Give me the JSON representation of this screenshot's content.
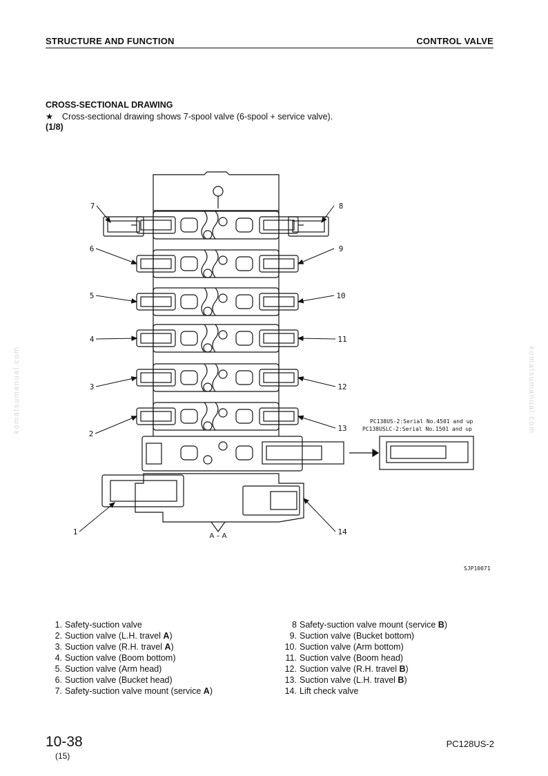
{
  "header": {
    "left": "STRUCTURE AND FUNCTION",
    "right": "CONTROL VALVE"
  },
  "section": {
    "title": "CROSS-SECTIONAL DRAWING",
    "note_icon": "star-icon",
    "note_symbol": "★",
    "note": "Cross-sectional drawing shows 7-spool valve (6-spool + service valve).",
    "part": "(1/8)"
  },
  "drawing": {
    "callouts_left": [
      "7",
      "6",
      "5",
      "4",
      "3",
      "2",
      "1"
    ],
    "callouts_right": [
      "8",
      "9",
      "10",
      "11",
      "12",
      "13",
      "14"
    ],
    "section_label": "A – A",
    "serial_note_1": "PC138US-2:Serial No.4501 and up",
    "serial_note_2": "PC138USLC-2:Serial No.1501 and up",
    "figure_id": "SJP10071"
  },
  "legend_left": [
    {
      "num": "1.",
      "text": "Safety-suction valve",
      "bold": ""
    },
    {
      "num": "2.",
      "text": "Suction valve (L.H. travel ",
      "bold": "A",
      "tail": ")"
    },
    {
      "num": "3.",
      "text": "Suction valve (R.H. travel ",
      "bold": "A",
      "tail": ")"
    },
    {
      "num": "4.",
      "text": "Suction valve (Boom bottom)",
      "bold": ""
    },
    {
      "num": "5.",
      "text": "Suction valve (Arm head)",
      "bold": ""
    },
    {
      "num": "6.",
      "text": "Suction valve (Bucket head)",
      "bold": ""
    },
    {
      "num": "7.",
      "text": "Safety-suction valve mount (service ",
      "bold": "A",
      "tail": ")"
    }
  ],
  "legend_right": [
    {
      "num": "8",
      "text": "Safety-suction valve mount (service ",
      "bold": "B",
      "tail": ")"
    },
    {
      "num": "9.",
      "text": "Suction valve (Bucket bottom)",
      "bold": ""
    },
    {
      "num": "10.",
      "text": "Suction valve (Arm bottom)",
      "bold": ""
    },
    {
      "num": "11.",
      "text": "Suction valve (Boom head)",
      "bold": ""
    },
    {
      "num": "12.",
      "text": "Suction valve (R.H. travel ",
      "bold": "B",
      "tail": ")"
    },
    {
      "num": "13.",
      "text": "Suction valve (L.H. travel ",
      "bold": "B",
      "tail": ")"
    },
    {
      "num": "14.",
      "text": "Lift check valve",
      "bold": ""
    }
  ],
  "watermark": "komatsumanual.com",
  "footer": {
    "page": "10-38",
    "sub": "(15)",
    "model": "PC128US-2"
  }
}
